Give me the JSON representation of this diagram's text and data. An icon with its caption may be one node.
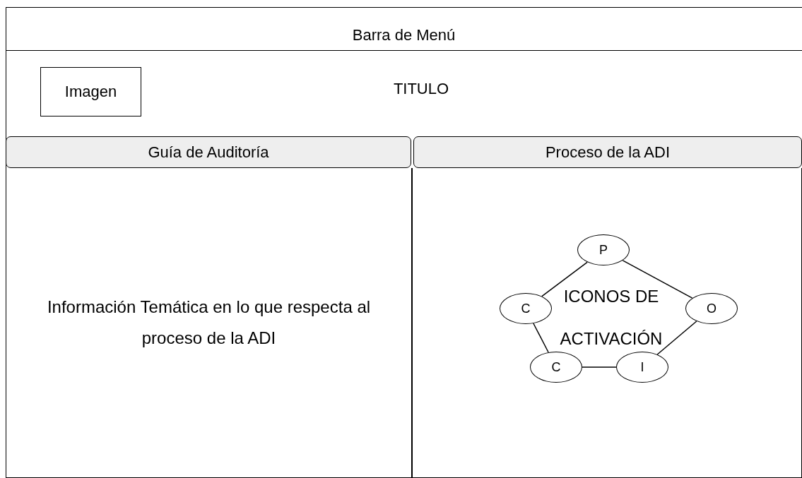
{
  "diagram": {
    "nodes": [
      {
        "text": [
          "Barra de Menú"
        ]
      },
      {
        "text": [
          "Imagen"
        ]
      },
      {
        "text": [
          "Guía de Auditoría"
        ]
      },
      {
        "text": [
          "Proceso de la ADI"
        ]
      },
      {
        "text": [
          "Información Temática en lo que respecta al proceso de la ADI"
        ]
      },
      {
        "text": [],
        "shape": "box"
      },
      {
        "text": [
          "P"
        ],
        "in": 5
      },
      {
        "text": [
          "C"
        ],
        "in": 5
      },
      {
        "text": [
          "O"
        ],
        "in": 5
      },
      {
        "text": [
          "C"
        ],
        "in": 5
      },
      {
        "text": [
          "I"
        ],
        "in": 5
      }
    ],
    "edges": [
      {
        "from": 6,
        "to": 8,
        "arrow": "none"
      },
      {
        "from": 6,
        "to": 7,
        "arrow": "none"
      },
      {
        "from": 7,
        "to": 9,
        "arrow": "none"
      },
      {
        "from": 9,
        "to": 10,
        "arrow": "none"
      },
      {
        "from": 10,
        "to": 8,
        "arrow": "none"
      }
    ],
    "labels": [
      "TITULO",
      "ICONOS DE ACTIVACIÓN"
    ]
  }
}
